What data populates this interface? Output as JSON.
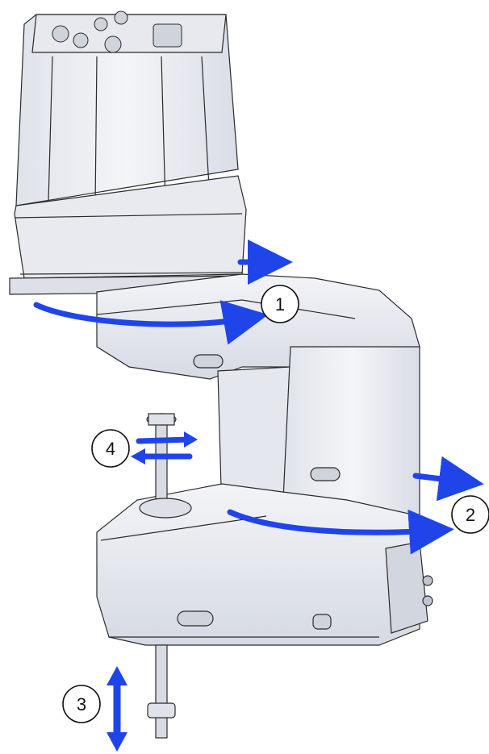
{
  "diagram": {
    "callouts": [
      {
        "id": "joint-1",
        "label": "1"
      },
      {
        "id": "joint-2",
        "label": "2"
      },
      {
        "id": "joint-3",
        "label": "3"
      },
      {
        "id": "joint-4",
        "label": "4"
      }
    ],
    "colors": {
      "arrow": "#1f45ea",
      "body": "#eef0f5",
      "body_shade": "#d8dce6",
      "outline": "#2a2a2a",
      "background": "#ffffff"
    }
  }
}
